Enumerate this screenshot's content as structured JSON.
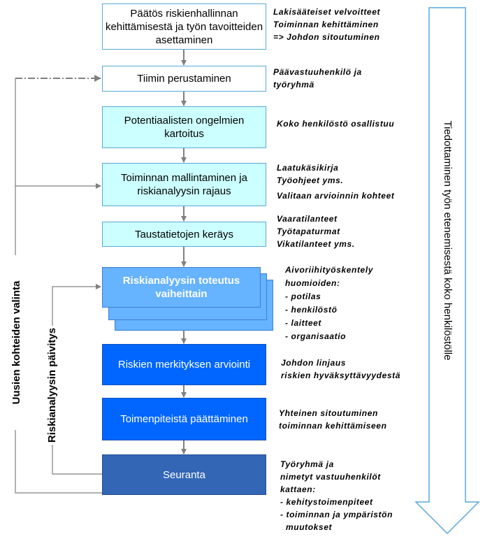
{
  "boxes": {
    "decision": "Päätös riskienhallinnan kehittämisestä ja työn tavoitteiden asettaminen",
    "team": "Tiimin perustaminen",
    "mapping": "Potentiaalisten ongelmien kartoitus",
    "modeling": "Toiminnan mallintaminen ja riskianalyysin rajaus",
    "background": "Taustatietojen keräys",
    "analysis": "Riskianalyysin toteutus vaiheittain",
    "assessment": "Riskien merkityksen arviointi",
    "measures": "Toimenpiteistä päättäminen",
    "followup": "Seuranta"
  },
  "notes": {
    "decision": [
      "Lakisääteiset velvoitteet",
      "Toiminnan kehittäminen",
      "=> Johdon sitoutuminen"
    ],
    "team": [
      "Päävastuuhenkilö ja",
      "työryhmä"
    ],
    "mapping": [
      "Koko henkilöstö osallistuu"
    ],
    "modeling_a": [
      "Laatukäsikirja",
      "Työohjeet yms."
    ],
    "modeling_b": [
      "Valitaan arvioinnin kohteet"
    ],
    "background": [
      "Vaaratilanteet",
      "Työtapaturmat",
      "Vikatilanteet yms."
    ],
    "analysis": [
      "Aivoriihityöskentely",
      "huomioiden:",
      "- potilas",
      "- henkilöstö",
      "- laitteet",
      "- organisaatio"
    ],
    "assessment": [
      "Johdon linjaus",
      "riskien hyväksyttävyydestä"
    ],
    "measures": [
      "Yhteinen sitoutuminen",
      "toiminnan kehittämiseen"
    ],
    "followup": [
      "Työryhmä ja",
      "nimetyt vastuuhenkilöt",
      "kattaen:",
      "- kehitystoimenpiteet",
      "- toiminnan ja ympäristön",
      "  muutokset"
    ]
  },
  "side_labels": {
    "new_targets": "Uusien kohteiden valinta",
    "update": "Riskianalyysin päivitys",
    "communication": "Tiedottaminen työn etenemisestä koko henkilöstölle"
  },
  "colors": {
    "box_border": "#59a8d8",
    "cyan": "#ccffff",
    "light_blue": "#66b3ff",
    "blue": "#0066ff",
    "dark_blue": "#3366b5",
    "arrow_gray": "#808080"
  }
}
